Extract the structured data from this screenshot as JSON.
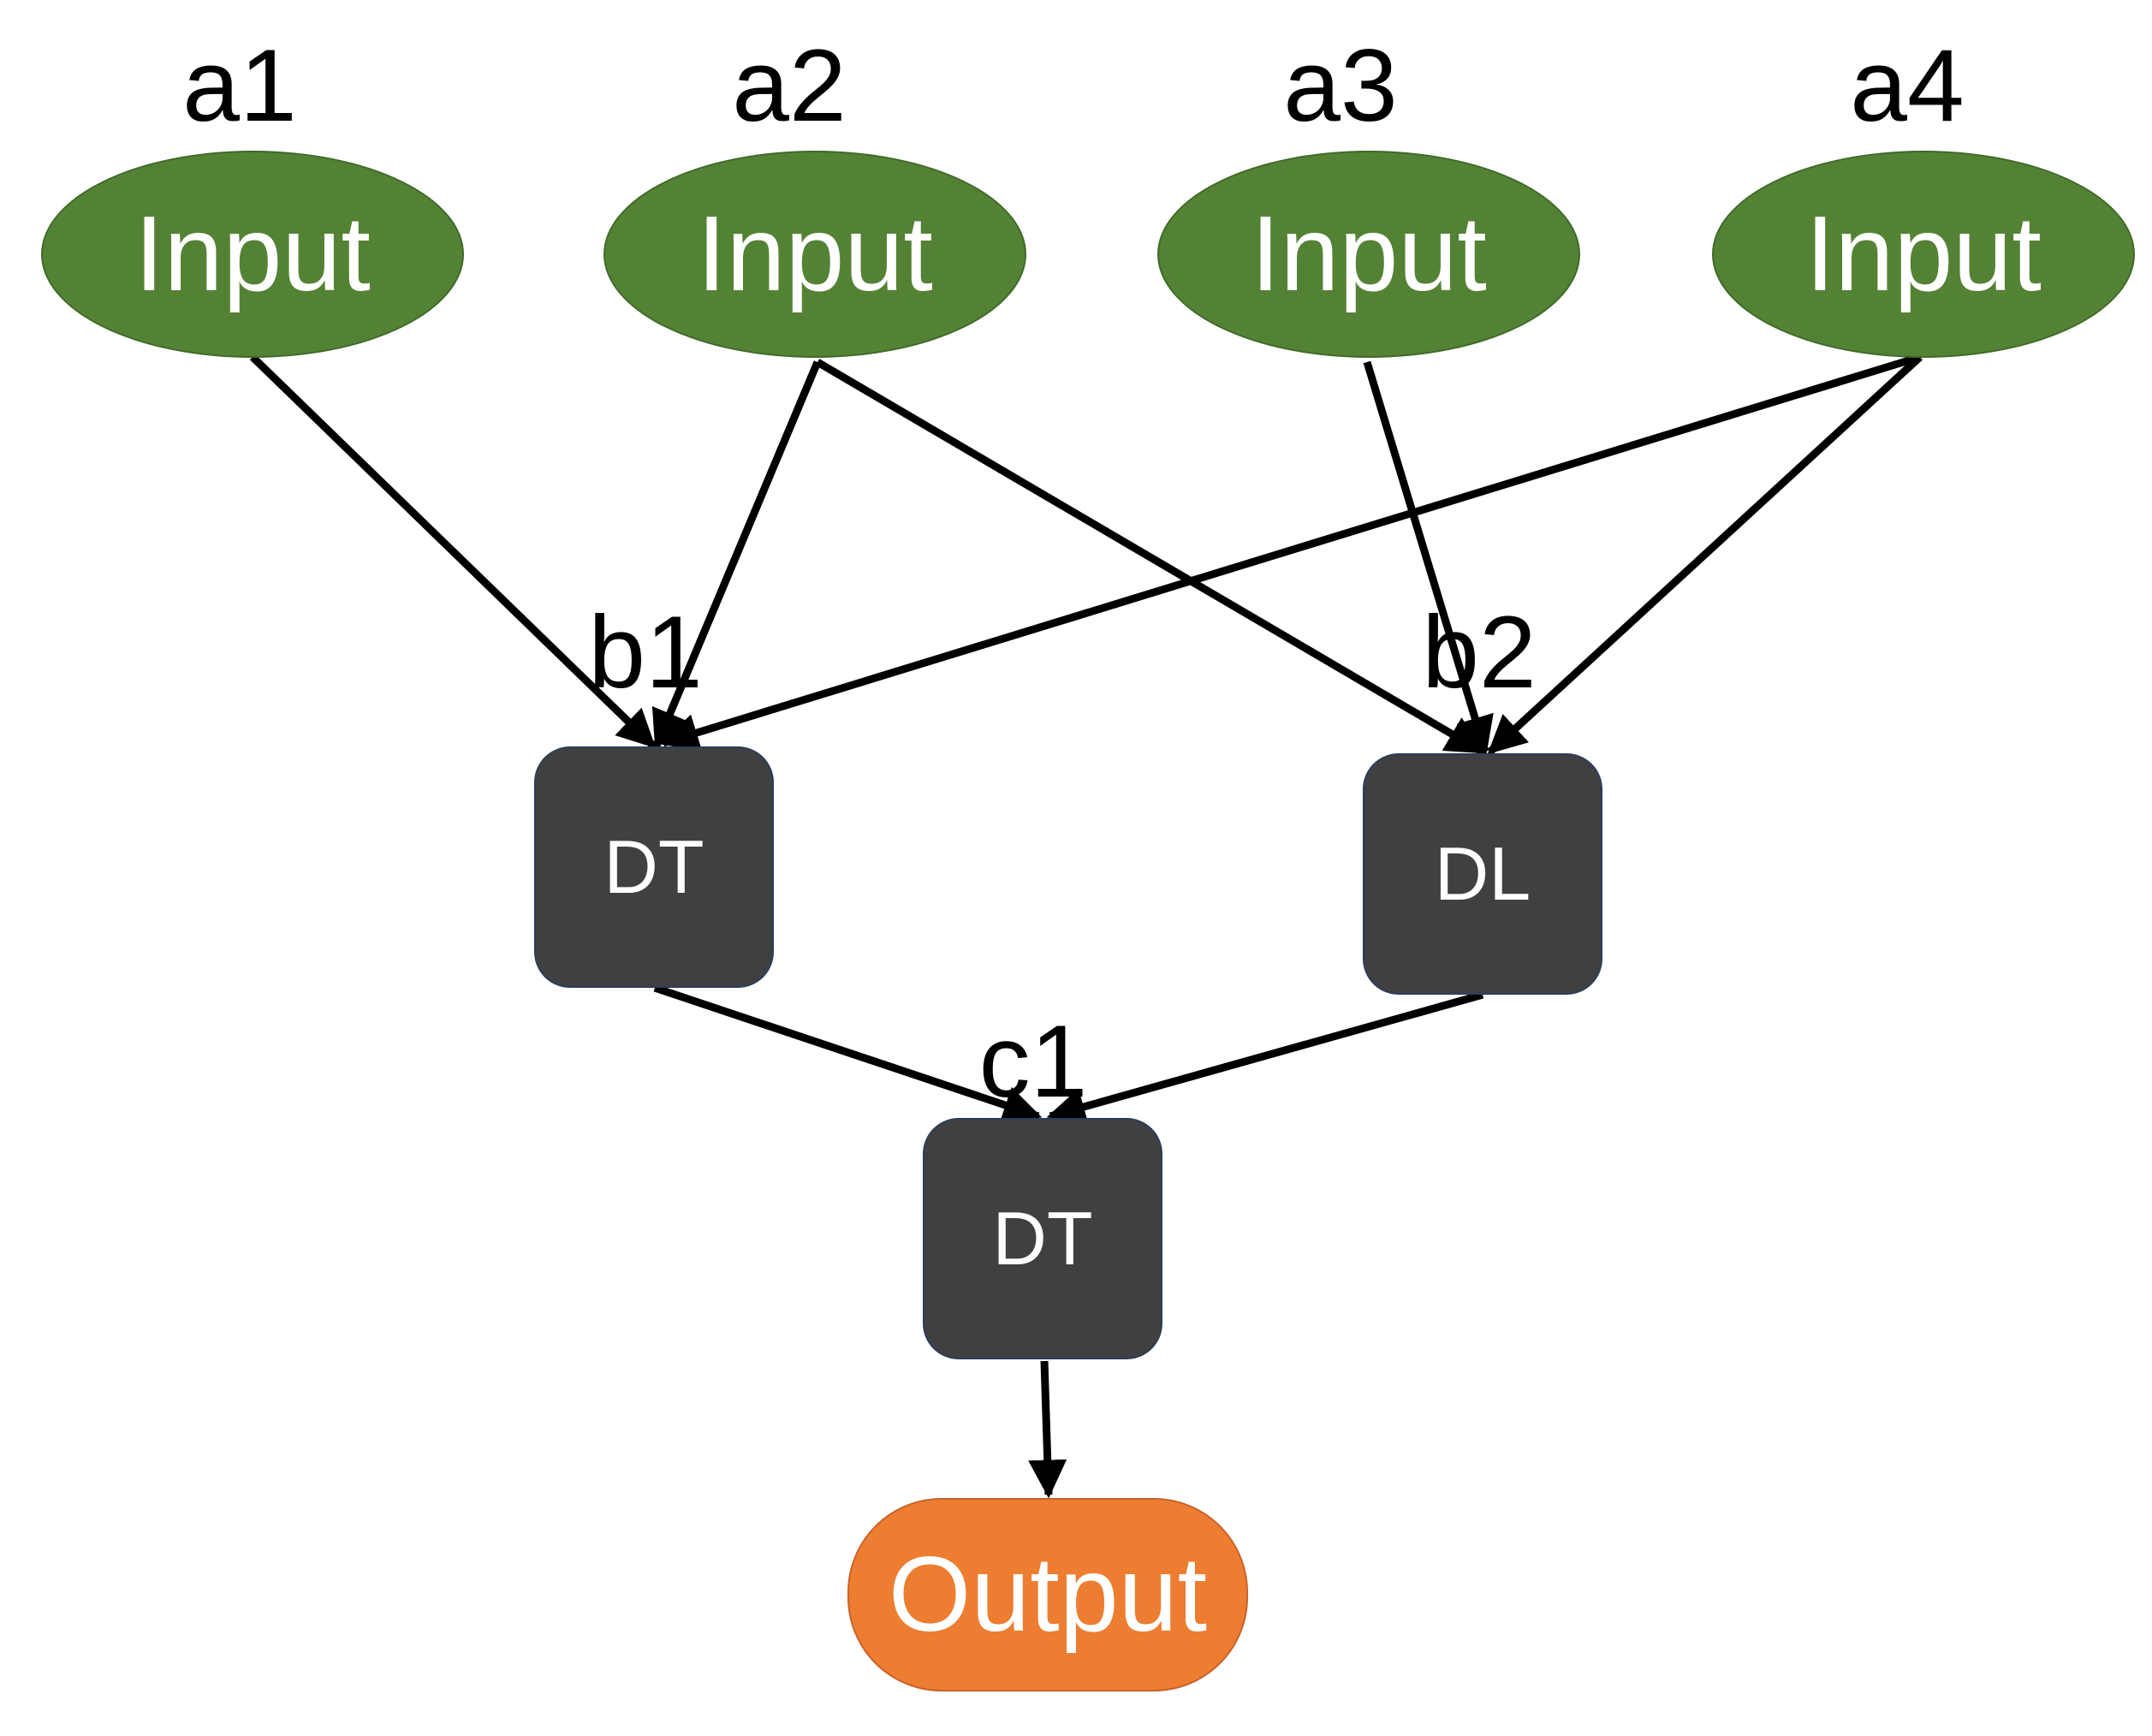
{
  "colors": {
    "input_fill": "#548235",
    "model_fill": "#404040",
    "output_fill": "#ED7D31",
    "edge": "#000000",
    "node_text": "#FFFFFF",
    "label_text": "#000000"
  },
  "nodes": {
    "a1": {
      "label": "a1",
      "text": "Input",
      "shape": "ellipse"
    },
    "a2": {
      "label": "a2",
      "text": "Input",
      "shape": "ellipse"
    },
    "a3": {
      "label": "a3",
      "text": "Input",
      "shape": "ellipse"
    },
    "a4": {
      "label": "a4",
      "text": "Input",
      "shape": "ellipse"
    },
    "b1": {
      "label": "b1",
      "text": "DT",
      "shape": "rounded-rect"
    },
    "b2": {
      "label": "b2",
      "text": "DL",
      "shape": "rounded-rect"
    },
    "c1": {
      "label": "c1",
      "text": "DT",
      "shape": "rounded-rect"
    },
    "out": {
      "text": "Output",
      "shape": "pill"
    }
  },
  "edges": [
    {
      "from": "a1",
      "to": "b1"
    },
    {
      "from": "a2",
      "to": "b1"
    },
    {
      "from": "a2",
      "to": "b2"
    },
    {
      "from": "a3",
      "to": "b2"
    },
    {
      "from": "a4",
      "to": "b1"
    },
    {
      "from": "a4",
      "to": "b2"
    },
    {
      "from": "b1",
      "to": "c1"
    },
    {
      "from": "b2",
      "to": "c1"
    },
    {
      "from": "c1",
      "to": "out"
    }
  ]
}
